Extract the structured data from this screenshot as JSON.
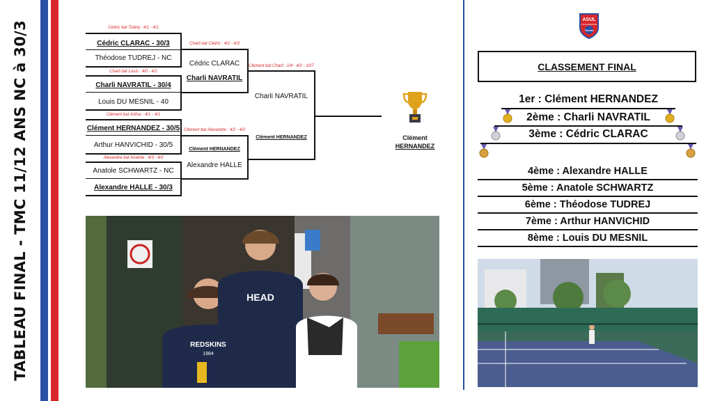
{
  "side_title": "TABLEAU FINAL - TMC 11/12 ANS NC à 30/3",
  "logo": {
    "line1": "ASUL",
    "line2": "VILLEURBANNE",
    "line3": "Tennis"
  },
  "bracket": {
    "round1": [
      {
        "note": "Cédric bat Tudrej : 4/1 - 4/1",
        "top": "Cédric CLARAC - 30/3",
        "bottom": "Théodose TUDREJ - NC"
      },
      {
        "note": "Charli bat Louis : 4/0 - 4/1",
        "top": "Charli NAVRATIL - 30/4",
        "bottom": "Louis DU MESNIL - 40"
      },
      {
        "note": "Clément bat Arthur : 4/1 - 4/1",
        "top": "Clément HERNANDEZ - 30/5",
        "bottom": "Arthur HANVICHID - 30/5"
      },
      {
        "note": "Alexandre bat Anatole : 4/3 - 4/0",
        "top": "Anatole SCHWARTZ - NC",
        "bottom": "Alexandre HALLE - 30/3"
      }
    ],
    "semis": [
      {
        "note": "Charli bat Cédric : 4/2 - 4/3",
        "top": "Cédric CLARAC",
        "bottom": "Charli NAVRATIL"
      },
      {
        "note": "Clément bat Alexandre : 4/2 - 4/2",
        "top": "Clément HERNANDEZ",
        "bottom": "Alexandre HALLE"
      }
    ],
    "final": {
      "note": "Clément bat Charli : 1/4 - 4/2 - 10/7",
      "top": "Charli NAVRATIL",
      "bottom": "Clément HERNANDEZ"
    },
    "champion_first": "Clément",
    "champion_last": "HERNANDEZ"
  },
  "ranking": {
    "title": "CLASSEMENT FINAL",
    "podium": [
      "1er : Clément HERNANDEZ",
      "2ème : Charli NAVRATIL",
      "3ème : Cédric CLARAC"
    ],
    "others": [
      "4ème : Alexandre HALLE",
      "5ème : Anatole SCHWARTZ",
      "6ème : Théodose TUDREJ",
      "7ème : Arthur HANVICHID",
      "8ème : Louis DU MESNIL"
    ]
  },
  "photos": {
    "group_shirt_text": "REDSKINS",
    "group_shirt_year": "1984",
    "coach_shirt_text": "HEAD"
  },
  "colors": {
    "flag_blue": "#2b4fa3",
    "flag_red": "#d8262a",
    "note_red": "#d8262a"
  }
}
